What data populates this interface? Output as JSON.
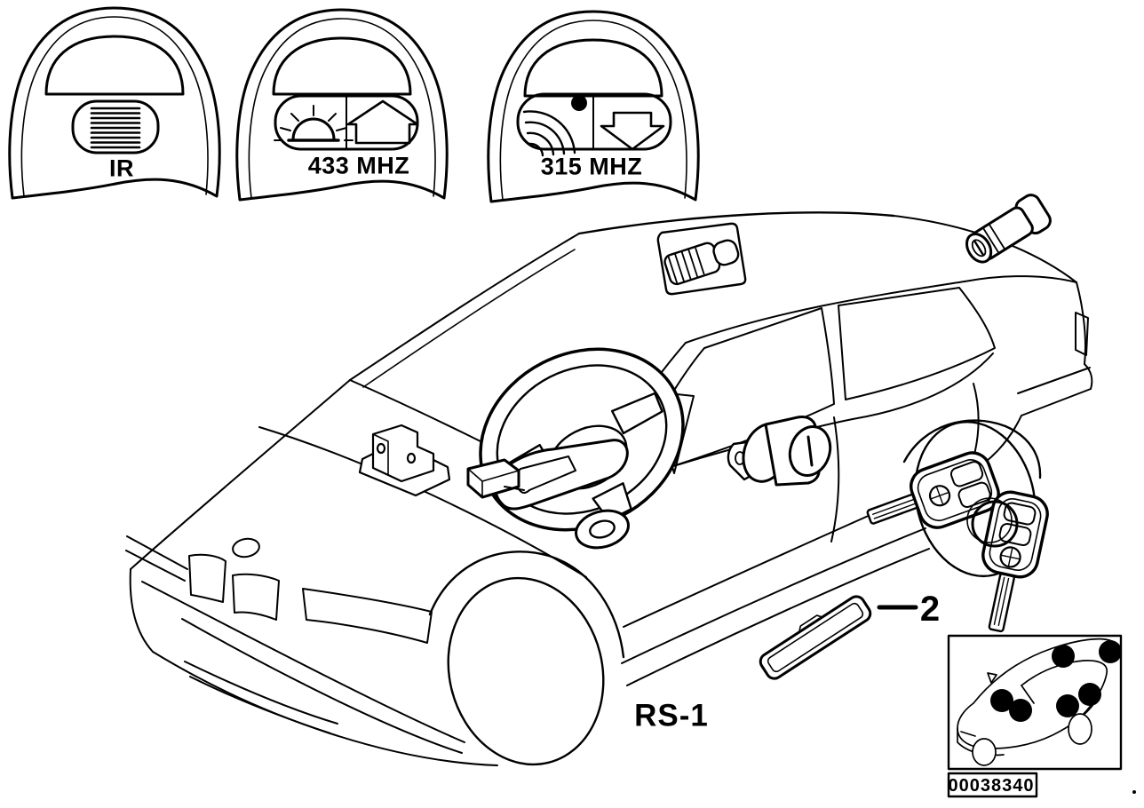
{
  "remote_variants": [
    {
      "label": "IR",
      "icon_left": "ir-stripes-icon"
    },
    {
      "label": "433 MHZ",
      "icon_left": "sun-icon",
      "icon_right": "house-arrow-icon"
    },
    {
      "label": "315 MHZ",
      "icon_left": "radio-waves-dot-icon",
      "icon_right": "down-arrow-icon"
    }
  ],
  "diagram": {
    "model_label": "RS-1",
    "callouts": [
      {
        "number": "2"
      }
    ],
    "image_number": "00038340",
    "inset_lock_position_count": 6
  },
  "colors": {
    "line": "#000000",
    "background": "#ffffff"
  }
}
